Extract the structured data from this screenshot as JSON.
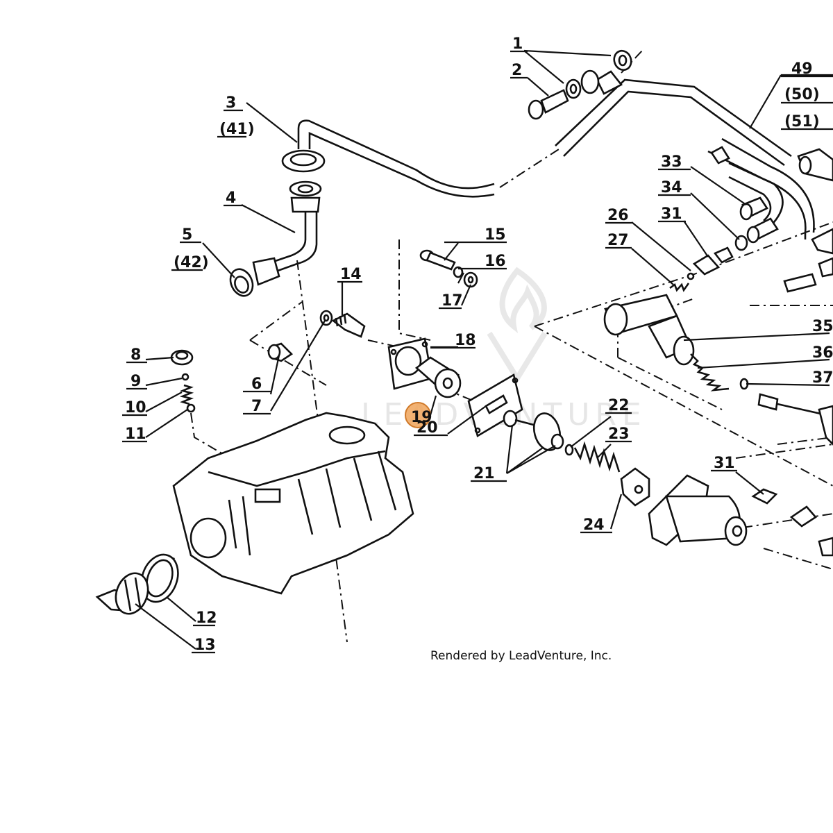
{
  "diagram": {
    "labels": {
      "l1": "1",
      "l2": "2",
      "l3": "3",
      "l41": "(41)",
      "l4": "4",
      "l5": "5",
      "l42": "(42)",
      "l6": "6",
      "l7": "7",
      "l8": "8",
      "l9": "9",
      "l10": "10",
      "l11": "11",
      "l12": "12",
      "l13": "13",
      "l14": "14",
      "l15": "15",
      "l16": "16",
      "l17": "17",
      "l18": "18",
      "l19": "19",
      "l20": "20",
      "l21": "21",
      "l22": "22",
      "l23": "23",
      "l24": "24",
      "l26": "26",
      "l27": "27",
      "l31a": "31",
      "l31b": "31",
      "l33": "33",
      "l34": "34",
      "l35": "35",
      "l36": "36",
      "l37": "37",
      "l49": "49",
      "l50": "(50)",
      "l51": "(51)"
    },
    "highlighted_part": "19",
    "highlight_color": "#f0a55a"
  },
  "watermark": {
    "text": "LEADVENTURE"
  },
  "footer": {
    "credit": "Rendered by LeadVenture, Inc."
  }
}
